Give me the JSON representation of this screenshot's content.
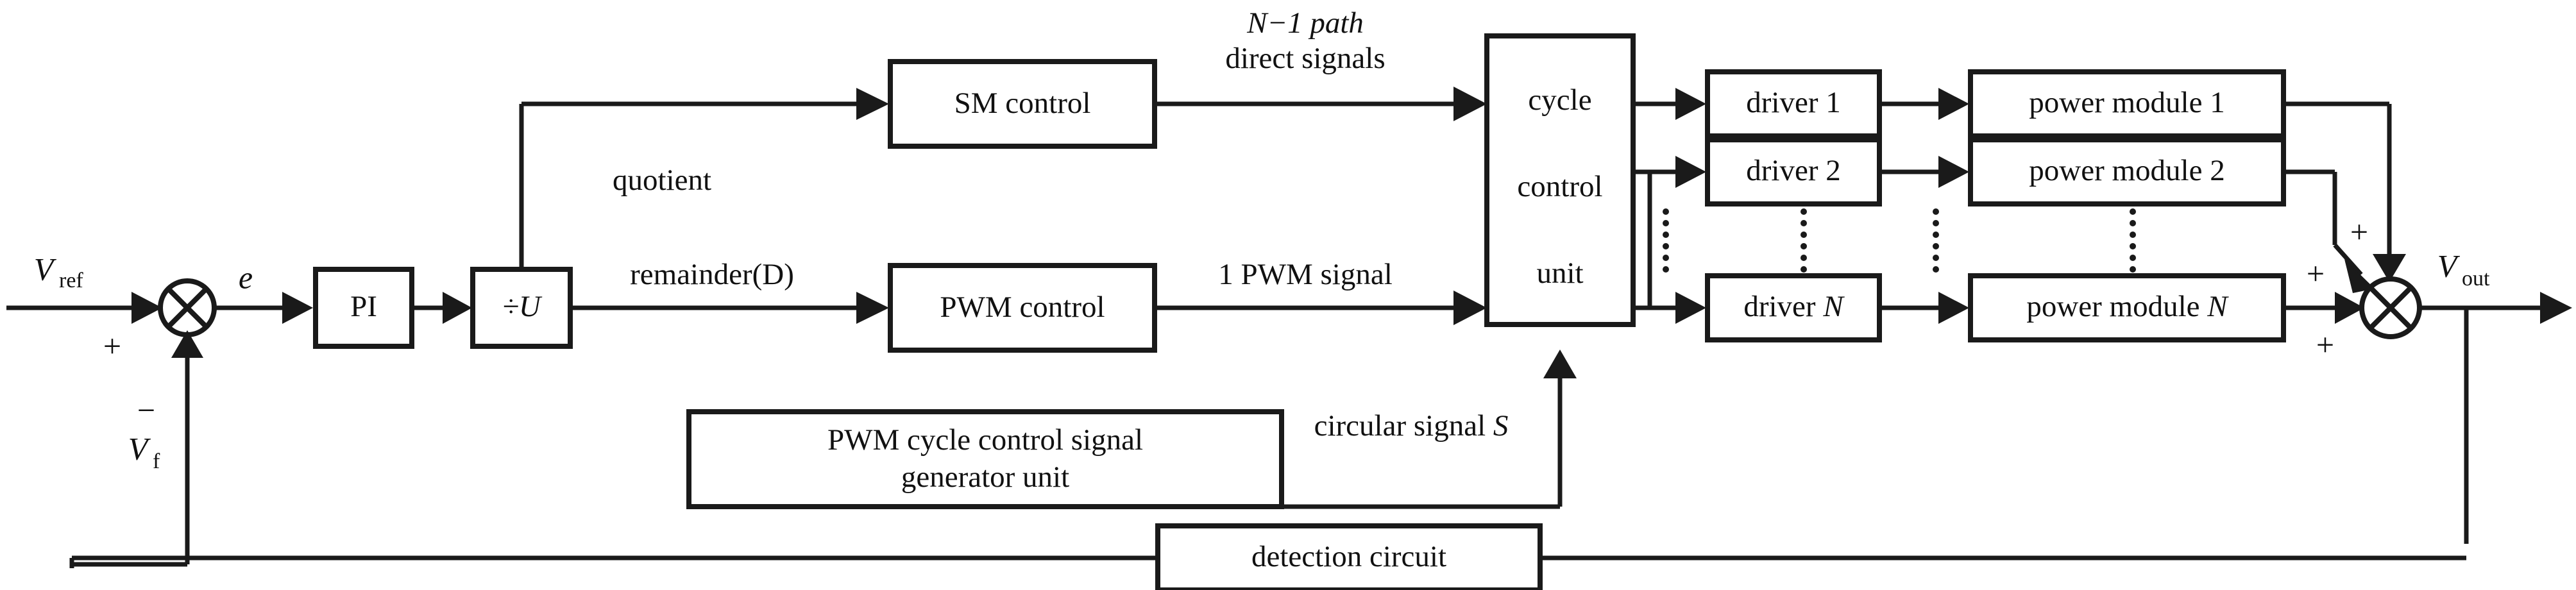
{
  "diagram": {
    "title": "Multilevel inverter hybrid SM/PWM control block diagram",
    "stroke_color": "#1a1a1a",
    "text_color": "#111111",
    "background": "#ffffff"
  },
  "signals": {
    "v_ref": "V",
    "v_ref_sub": "ref",
    "v_f": "V",
    "v_f_sub": "f",
    "v_out": "V",
    "v_out_sub": "out",
    "error": "e",
    "plus": "+",
    "minus": "−",
    "quotient": "quotient",
    "remainder": "remainder(D)",
    "direct_signals_line1": "N−1 path",
    "direct_signals_line2": "direct signals",
    "pwm_signal": "1 PWM signal",
    "circular_signal": "circular signal S",
    "circular_signal_text": "circular signal",
    "circular_signal_var": "S"
  },
  "blocks": {
    "pi": "PI",
    "divide_u": "÷U",
    "sm_control": "SM control",
    "pwm_control": "PWM control",
    "cycle_control_unit": {
      "line1": "cycle",
      "line2": "control",
      "line3": "unit"
    },
    "pwm_generator": {
      "line1": "PWM cycle control signal",
      "line2": "generator unit"
    },
    "detection_circuit": "detection circuit"
  },
  "drivers": [
    {
      "label": "driver 1",
      "prefix": "driver ",
      "index": "1"
    },
    {
      "label": "driver 2",
      "prefix": "driver ",
      "index": "2"
    },
    {
      "label": "driver N",
      "prefix": "driver ",
      "index": "N"
    }
  ],
  "power_modules": [
    {
      "label": "power module 1",
      "prefix": "power module ",
      "index": "1"
    },
    {
      "label": "power module 2",
      "prefix": "power module ",
      "index": "2"
    },
    {
      "label": "power module N",
      "prefix": "power module ",
      "index": "N"
    }
  ],
  "ellipsis": {
    "glyph": "·",
    "count": 6,
    "columns": [
      "driver-input-column",
      "driver-column",
      "module-input-column",
      "module-column"
    ]
  },
  "junctions": {
    "input_sum": {
      "name": "error-summing-junction",
      "inputs": [
        "+",
        "−"
      ]
    },
    "output_sum": {
      "name": "output-summing-junction",
      "inputs": [
        "+",
        "+",
        "+"
      ]
    }
  }
}
